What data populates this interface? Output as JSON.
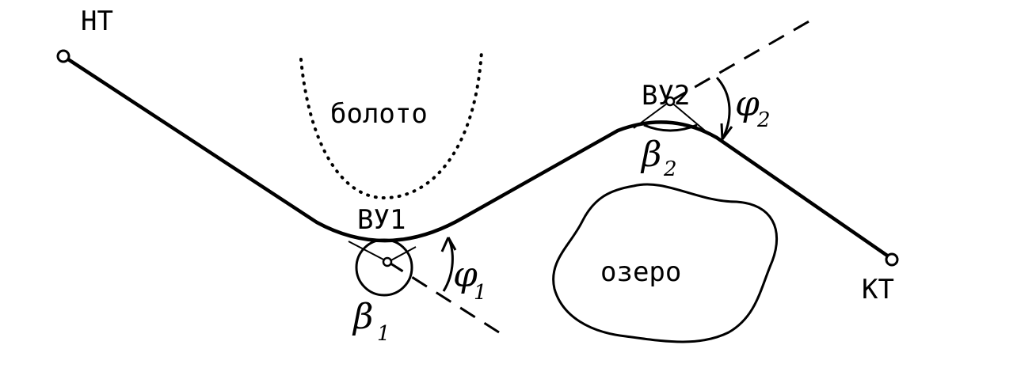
{
  "labels": {
    "start": "НТ",
    "end": "КТ",
    "vertex1": "ВУ1",
    "vertex2": "ВУ2",
    "swamp": "болото",
    "lake": "озеро",
    "phi_symbol": "φ",
    "beta_symbol": "β",
    "sub1": "1",
    "sub2": "2"
  },
  "colors": {
    "ink": "#000000",
    "background": "#ffffff"
  }
}
